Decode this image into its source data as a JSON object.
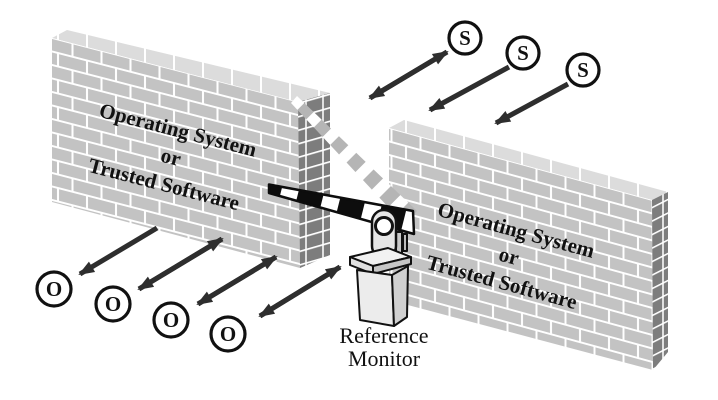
{
  "walls": {
    "left": {
      "lines": [
        "Operating System",
        "or",
        "Trusted Software"
      ]
    },
    "right": {
      "lines": [
        "Operating System",
        "or",
        "Trusted Software"
      ]
    }
  },
  "reference_monitor": {
    "lines": [
      "Reference",
      "Monitor"
    ]
  },
  "subjects": {
    "symbol": "S",
    "count": 3
  },
  "objects": {
    "symbol": "O",
    "count": 4
  },
  "colors": {
    "mortar": "#ffffff",
    "brick": "#c3c3c3",
    "brick_dark": "#7d7d7d",
    "brick_top": "#dcdcdc",
    "arrow": "#2e2e2e",
    "outline": "#111111",
    "circle_fill": "#ffffff",
    "barrier_black": "#0d0d0d",
    "barrier_gray": "#b5b5b5",
    "pedestal_front": "#ececec",
    "pedestal_side": "#d0d0d0",
    "pedestal_top": "#f2f2f2",
    "hinge": "#e5e5e5"
  }
}
